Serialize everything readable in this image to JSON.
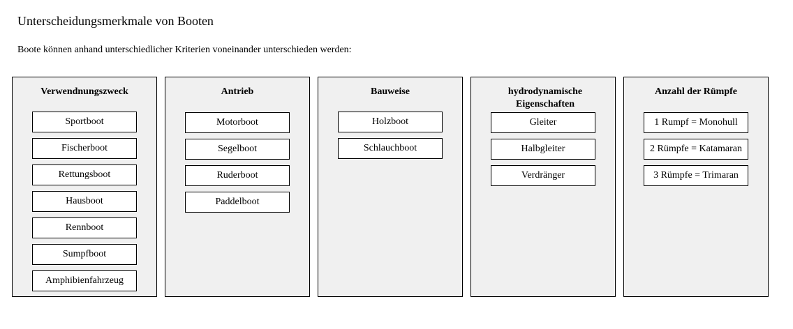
{
  "page": {
    "title": "Unterscheidungsmerkmale von Booten",
    "intro": "Boote können anhand unterschiedlicher Kriterien voneinander unterschieden werden:"
  },
  "categories": [
    {
      "title": "Verwendnungszweck",
      "items": [
        "Sportboot",
        "Fischerboot",
        "Rettungsboot",
        "Hausboot",
        "Rennboot",
        "Sumpfboot",
        "Amphibienfahrzeug"
      ]
    },
    {
      "title": "Antrieb",
      "items": [
        "Motorboot",
        "Segelboot",
        "Ruderboot",
        "Paddelboot"
      ]
    },
    {
      "title": "Bauweise",
      "items": [
        "Holzboot",
        "Schlauchboot"
      ]
    },
    {
      "title": "hydrodynamische Eigenschaften",
      "items": [
        "Gleiter",
        "Halbgleiter",
        "Verdränger"
      ]
    },
    {
      "title": "Anzahl der Rümpfe",
      "items": [
        "1 Rumpf = Monohull",
        "2 Rümpfe = Katamaran",
        "3 Rümpfe = Trimaran"
      ]
    }
  ]
}
